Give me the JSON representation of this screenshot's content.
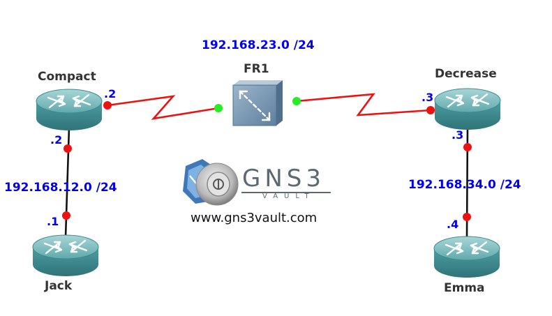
{
  "networks": {
    "net_23": "192.168.23.0 /24",
    "net_12": "192.168.12.0 /24",
    "net_34": "192.168.34.0 /24"
  },
  "devices": {
    "compact": "Compact",
    "decrease": "Decrease",
    "jack": "Jack",
    "emma": "Emma",
    "fr1": "FR1"
  },
  "interfaces": {
    "compact_fr": ".2",
    "compact_jack": ".2",
    "jack": ".1",
    "decrease_fr": ".3",
    "decrease_emma": ".3",
    "emma": ".4"
  },
  "logo": {
    "word": "GNS3",
    "sub": "VAULT",
    "url": "www.gns3vault.com"
  },
  "colors": {
    "serial_link": "#ee1111",
    "ethernet_link": "#111111",
    "link_down": "#ee1111",
    "link_up": "#22ee22",
    "label_blue": "#0000ee",
    "router_body": "#3f8f95",
    "switch_body": "#6e8aa6"
  },
  "icons": {
    "router": "router-icon",
    "frame_relay_switch": "frame-relay-switch-icon",
    "logo": "gns3-logo-icon"
  }
}
